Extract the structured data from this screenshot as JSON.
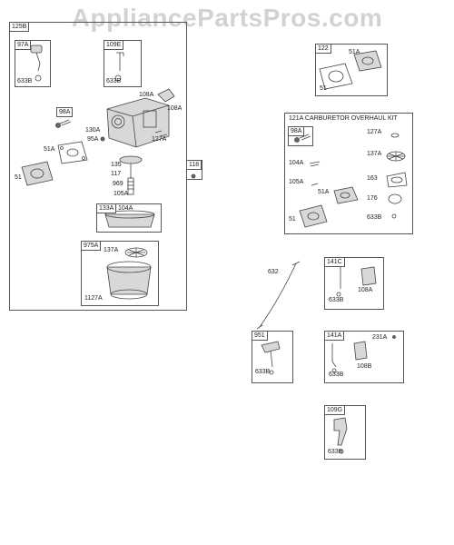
{
  "watermark": "AppliancePartsPros.com",
  "group_main": {
    "ref": "125B",
    "p97A": "97A",
    "p633B_a": "633B",
    "p109E": "109E",
    "p633B_b": "633B",
    "p98A": "98A",
    "p108A_top": "108A",
    "p108A_side": "108A",
    "p130A": "130A",
    "p95A": "95A",
    "p127A": "127A",
    "p51A": "51A",
    "p51": "51",
    "p135": "135",
    "p117": "117",
    "p969": "969",
    "p105A": "105A",
    "p133A": "133A",
    "p104A": "104A",
    "p975A": "975A",
    "p137A": "137A",
    "p1127A": "1127A"
  },
  "part118": "118",
  "group_122": {
    "ref": "122",
    "p51A": "51A",
    "p51": "51"
  },
  "kit": {
    "ref": "121A",
    "title": "CARBURETOR OVERHAUL KIT",
    "p98A": "98A",
    "p127A": "127A",
    "p104A": "104A",
    "p137A": "137A",
    "p105A": "105A",
    "p163": "163",
    "p51A": "51A",
    "p176": "176",
    "p51": "51",
    "p633B": "633B"
  },
  "part632": "632",
  "group_141C": {
    "ref": "141C",
    "p108A": "108A",
    "p633B": "633B"
  },
  "group_951": {
    "ref": "951",
    "p633B": "633B"
  },
  "group_141A": {
    "ref": "141A",
    "p231A": "231A",
    "p108B": "108B",
    "p633B": "633B"
  },
  "group_109G": {
    "ref": "109G",
    "p633B": "633B"
  }
}
